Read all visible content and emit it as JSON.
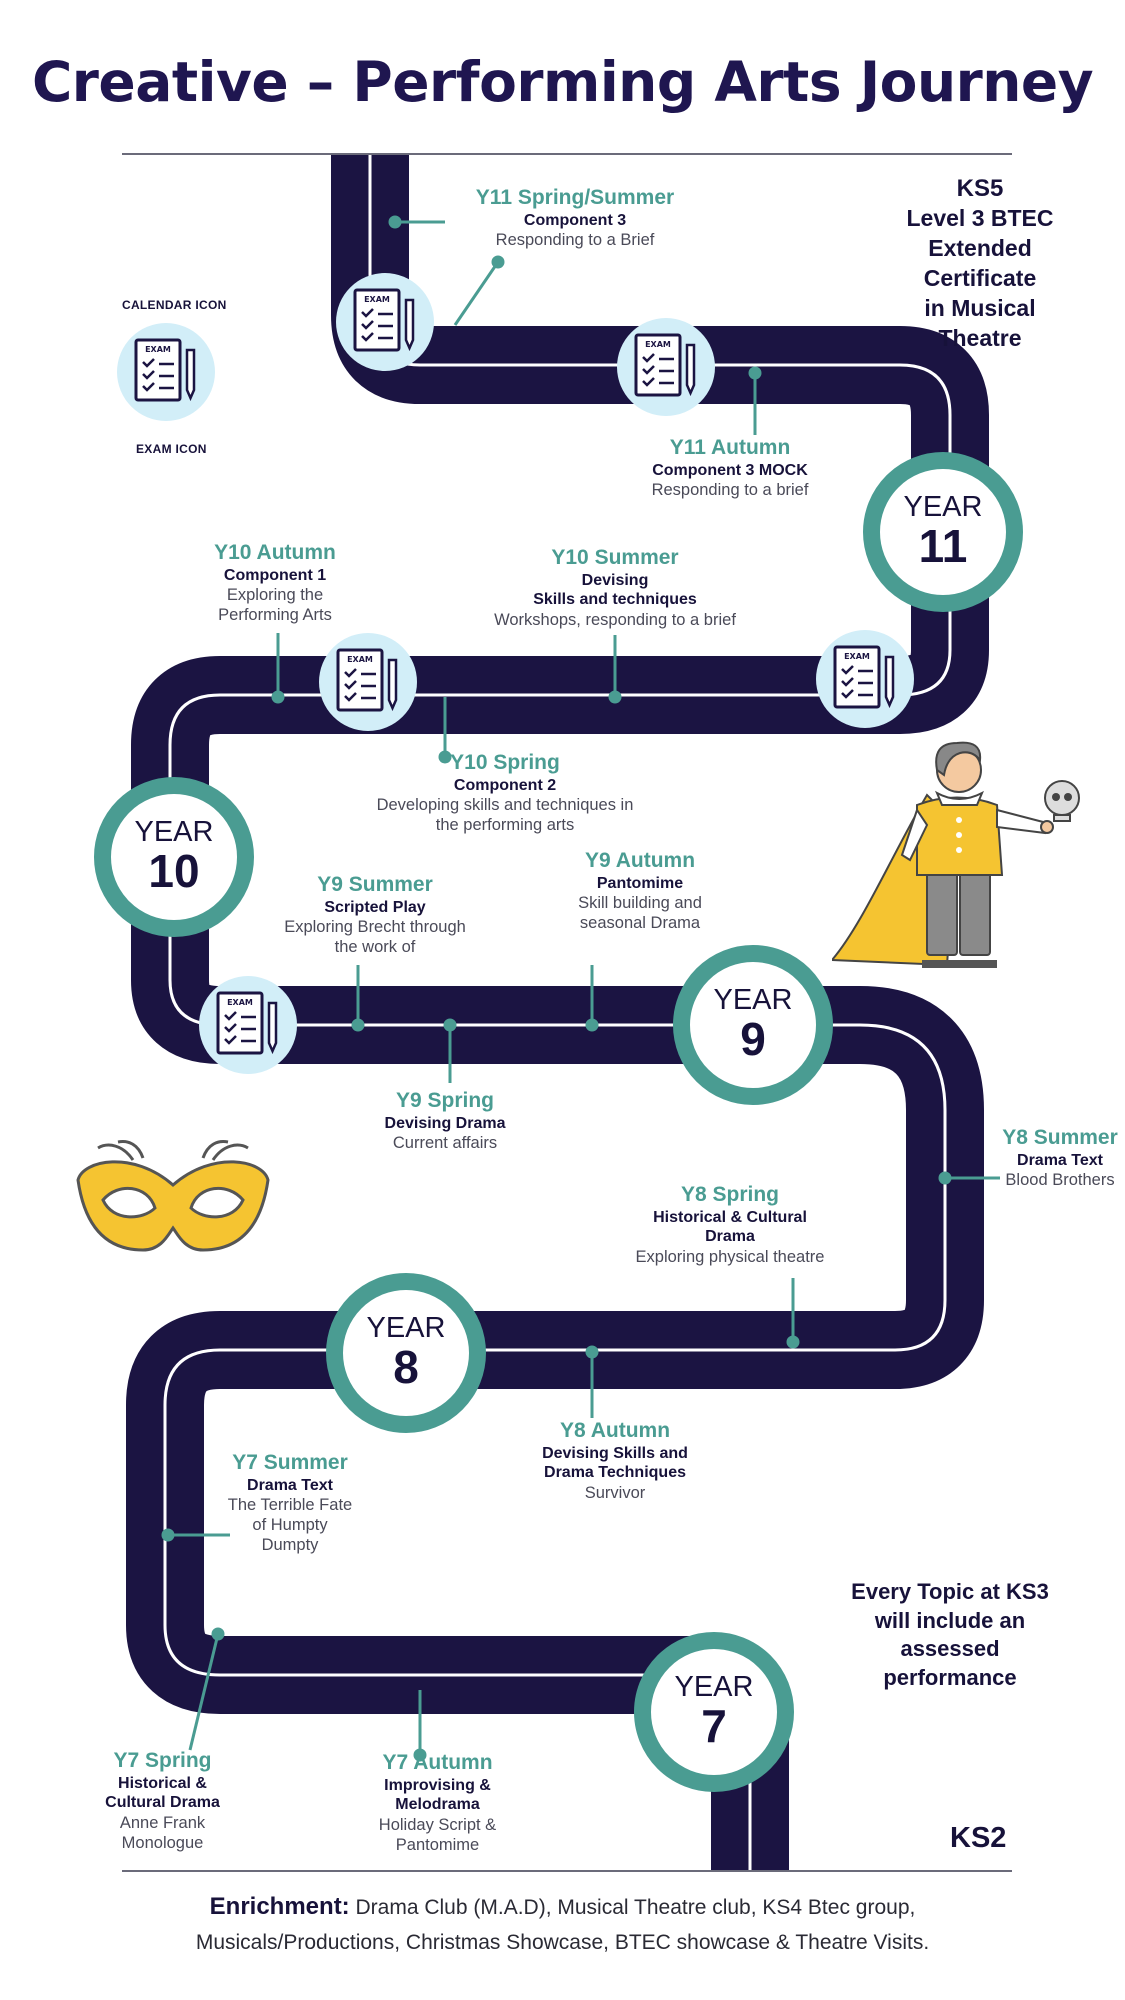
{
  "title": "Creative – Performing Arts Journey",
  "ks5": {
    "label": "KS5",
    "lines": [
      "Level 3 BTEC",
      "Extended",
      "Certificate",
      "in  Musical",
      "Theatre"
    ]
  },
  "ks2": "KS2",
  "ks3_note": [
    "Every Topic at KS3",
    "will include an",
    "assessed",
    "performance"
  ],
  "legend": {
    "calendar_label": "CALENDAR ICON",
    "exam_label": "EXAM ICON",
    "exam_badge": "EXAM"
  },
  "years": [
    {
      "word": "YEAR",
      "num": "11"
    },
    {
      "word": "YEAR",
      "num": "10"
    },
    {
      "word": "YEAR",
      "num": "9"
    },
    {
      "word": "YEAR",
      "num": "8"
    },
    {
      "word": "YEAR",
      "num": "7"
    }
  ],
  "milestones": {
    "y11_spring_summer": {
      "term": "Y11 Spring/Summer",
      "sub": "Component 3",
      "desc": [
        "Responding to a Brief"
      ]
    },
    "y11_autumn": {
      "term": "Y11 Autumn",
      "sub": "Component 3 MOCK",
      "desc": [
        "Responding to a brief"
      ]
    },
    "y10_autumn": {
      "term": "Y10 Autumn",
      "sub": "Component 1",
      "desc": [
        "Exploring the",
        "Performing Arts"
      ]
    },
    "y10_summer": {
      "term": "Y10 Summer",
      "sub": "Devising",
      "sub2": "Skills and techniques",
      "desc": [
        "Workshops, responding to a brief"
      ]
    },
    "y10_spring": {
      "term": "Y10 Spring",
      "sub": "Component 2",
      "desc": [
        "Developing skills and techniques in",
        "the performing arts"
      ]
    },
    "y9_summer": {
      "term": "Y9 Summer",
      "sub": "Scripted Play",
      "desc": [
        "Exploring Brecht through",
        "the work of"
      ]
    },
    "y9_autumn": {
      "term": "Y9 Autumn",
      "sub": "Pantomime",
      "desc": [
        "Skill building and",
        "seasonal Drama"
      ]
    },
    "y9_spring": {
      "term": "Y9 Spring",
      "sub": "Devising Drama",
      "desc": [
        "Current affairs"
      ]
    },
    "y8_summer": {
      "term": "Y8 Summer",
      "sub": "Drama Text",
      "desc": [
        "Blood Brothers"
      ]
    },
    "y8_spring": {
      "term": "Y8 Spring",
      "sub": "Historical & Cultural",
      "sub2": "Drama",
      "desc": [
        "Exploring physical theatre"
      ]
    },
    "y8_autumn": {
      "term": "Y8 Autumn",
      "sub": "Devising Skills and",
      "sub2": "Drama Techniques",
      "desc": [
        "Survivor"
      ]
    },
    "y7_summer": {
      "term": "Y7 Summer",
      "sub": "Drama Text",
      "desc": [
        "The Terrible Fate",
        "of Humpty",
        "Dumpty"
      ]
    },
    "y7_spring": {
      "term": "Y7 Spring",
      "sub": "Historical &",
      "sub2": "Cultural Drama",
      "desc": [
        "Anne Frank",
        "Monologue"
      ]
    },
    "y7_autumn": {
      "term": "Y7 Autumn",
      "sub": "Improvising &",
      "sub2": "Melodrama",
      "desc": [
        "Holiday Script &",
        "Pantomime"
      ]
    }
  },
  "enrichment": {
    "label": "Enrichment:",
    "line1": " Drama Club (M.A.D), Musical Theatre club, KS4 Btec group,",
    "line2": "Musicals/Productions,  Christmas Showcase, BTEC showcase & Theatre Visits."
  },
  "colors": {
    "road": "#1b1442",
    "teal": "#4a9c92",
    "exam_bg": "#d2eef8",
    "mask": "#f5c431",
    "cape": "#f5c431"
  }
}
